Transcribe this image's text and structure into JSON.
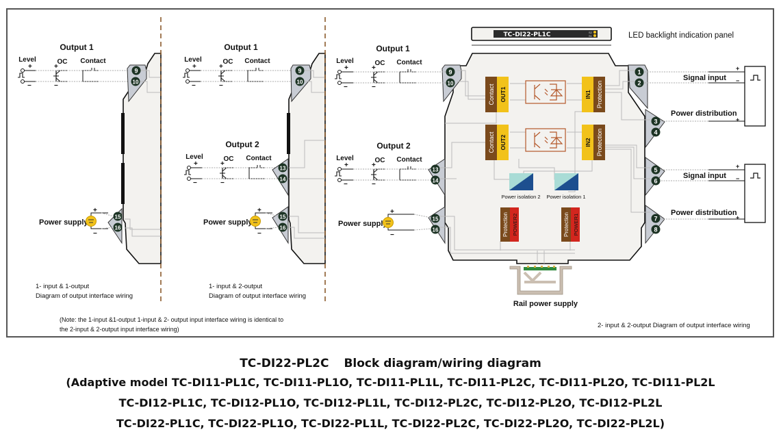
{
  "left_panel": {
    "output1_title": "Output 1",
    "level": "Level",
    "oc": "OC",
    "contact": "Contact",
    "terminals_out": [
      "9",
      "10"
    ],
    "terminals_power": [
      "15",
      "16"
    ],
    "power_supply": "Power supply",
    "plus": "+",
    "minus": "−",
    "caption_line1": "1- input & 1-output",
    "caption_line2": "Diagram of output interface wiring"
  },
  "middle_panel": {
    "output1_title": "Output 1",
    "output2_title": "Output 2",
    "level": "Level",
    "oc": "OC",
    "contact": "Contact",
    "terminals_out1": [
      "9",
      "10"
    ],
    "terminals_out2": [
      "13",
      "14"
    ],
    "terminals_power": [
      "15",
      "16"
    ],
    "power_supply": "Power supply",
    "caption_line1": "1- input & 2-output",
    "caption_line2": "Diagram of output interface wiring"
  },
  "right_panel": {
    "led_panel_model": "TC-DI22-PL1C",
    "led_labels": [
      "S2",
      "S1"
    ],
    "led_panel_caption": "LED backlight indication panel",
    "output1_title": "Output 1",
    "output2_title": "Output 2",
    "level": "Level",
    "oc": "OC",
    "contact": "Contact",
    "power_supply": "Power supply",
    "left_terminals": [
      "9",
      "10",
      "13",
      "14",
      "15",
      "16"
    ],
    "right_terminals": [
      "1",
      "2",
      "3",
      "4",
      "5",
      "6",
      "7",
      "8"
    ],
    "blocks": {
      "contact": "Contact",
      "out1": "OUT1",
      "out2": "OUT2",
      "in1": "IN1",
      "in2": "IN2",
      "protection": "Protection",
      "power1": "POWER1",
      "power2": "POWER2",
      "power_isolation_1": "Power isolation 1",
      "power_isolation_2": "Power isolation 2"
    },
    "signal_input": "Signal input",
    "power_distribution": "Power distribution",
    "rail_power_supply": "Rail power supply",
    "caption": "2- input & 2-output Diagram of output interface wiring"
  },
  "note": {
    "line1": "(Note: the 1-input &1-output 1-input & 2- output input interface wiring is identical to",
    "line2": " the 2-input & 2-output input interface wiring)"
  },
  "colors": {
    "brown": "#7a4a1c",
    "yellow": "#f2c21a",
    "red": "#d2261e",
    "terminal_dark": "#1c3324",
    "terminal_plate": "#c8ccd4",
    "module_body": "#f3f2ef",
    "dash_divider": "#8a5a2b",
    "isolation_light": "#a9dcd6",
    "isolation_dark": "#1d4f8f",
    "optocoupler": "#b4582a"
  },
  "footer": {
    "title_model": "TC-DI22-PL2C",
    "title_text": "Block diagram/wiring diagram",
    "line1": "(Adaptive model   TC-DI11-PL1C,  TC-DI11-PL1O,  TC-DI11-PL1L,  TC-DI11-PL2C,  TC-DI11-PL2O,  TC-DI11-PL2L",
    "line2": "TC-DI12-PL1C,  TC-DI12-PL1O,  TC-DI12-PL1L,  TC-DI12-PL2C,  TC-DI12-PL2O,  TC-DI12-PL2L",
    "line3": "TC-DI22-PL1C,  TC-DI22-PL1O,  TC-DI22-PL1L,  TC-DI22-PL2C,  TC-DI22-PL2O,  TC-DI22-PL2L)"
  }
}
